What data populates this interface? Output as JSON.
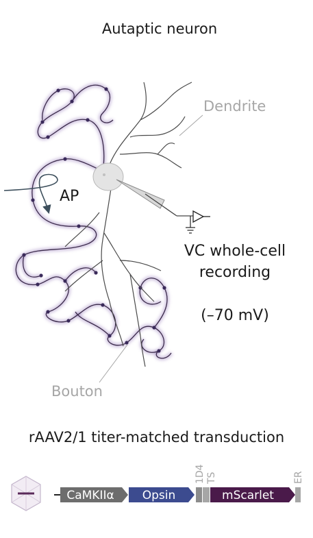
{
  "title": "Autaptic neuron",
  "labels": {
    "dendrite": "Dendrite",
    "ap": "AP",
    "recording_line1": "VC whole-cell",
    "recording_line2": "recording",
    "holding": "(–70 mV)",
    "bouton": "Bouton"
  },
  "construct": {
    "heading": "rAAV2/1 titer-matched transduction",
    "elements": [
      {
        "label": "CaMKIIα",
        "color": "#6d6d6d"
      },
      {
        "label": "Opsin",
        "color": "#3c4b8f"
      },
      {
        "label": "1D4",
        "color": "#8c8c8c"
      },
      {
        "label": "TS",
        "color": "#a6a6a6"
      },
      {
        "label": "mScarlet",
        "color": "#4a1a4a"
      },
      {
        "label": "ER",
        "color": "#a6a6a6"
      }
    ]
  },
  "colors": {
    "axon_glow": "#5a3a8a",
    "neuron_fill": "#e4e4e4",
    "pipette": "#8a8a8a",
    "ap_arrow": "#3d4f5c",
    "label_gray": "#a6a6a6"
  },
  "icons": {
    "virus": "icosahedral-virus-icon",
    "amplifier": "amplifier-icon",
    "ground": "ground-icon"
  }
}
